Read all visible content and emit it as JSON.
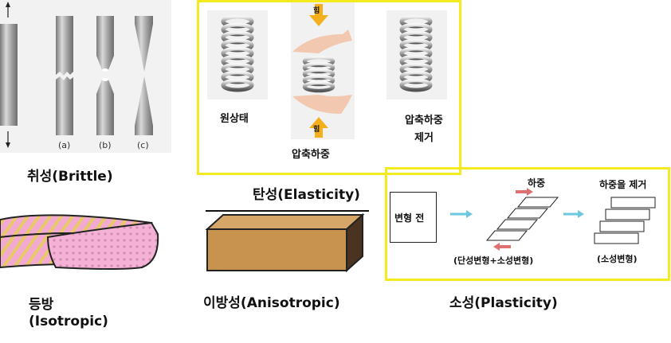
{
  "brittle": {
    "title": "취성(Brittle)",
    "labels": [
      "(a)",
      "(b)",
      "(c)"
    ]
  },
  "elastic": {
    "title": "탄성(Elasticity)",
    "force_label": "힘",
    "original_label": "원상태",
    "compress_label": "압축하중",
    "remove_label_1": "압축하중",
    "remove_label_2": "제거"
  },
  "isotropic": {
    "title_1": "등방",
    "title_2": "(Isotropic)"
  },
  "anisotropic": {
    "title": "이방성(Anisotropic)"
  },
  "plastic": {
    "title": "소성(Plasticity)",
    "before_label": "변형 전",
    "load_label": "하중",
    "remove_load_label": "하중을 제거",
    "elastic_plastic_label": "(단성변형+소성변형)",
    "plastic_label": "(소성변형)"
  },
  "colors": {
    "highlight": "#f5ea1e",
    "arrow_blue": "#6cc7e0",
    "arrow_red": "#e07070",
    "wood": "#c8934f",
    "pink": "#f2a9d2"
  }
}
